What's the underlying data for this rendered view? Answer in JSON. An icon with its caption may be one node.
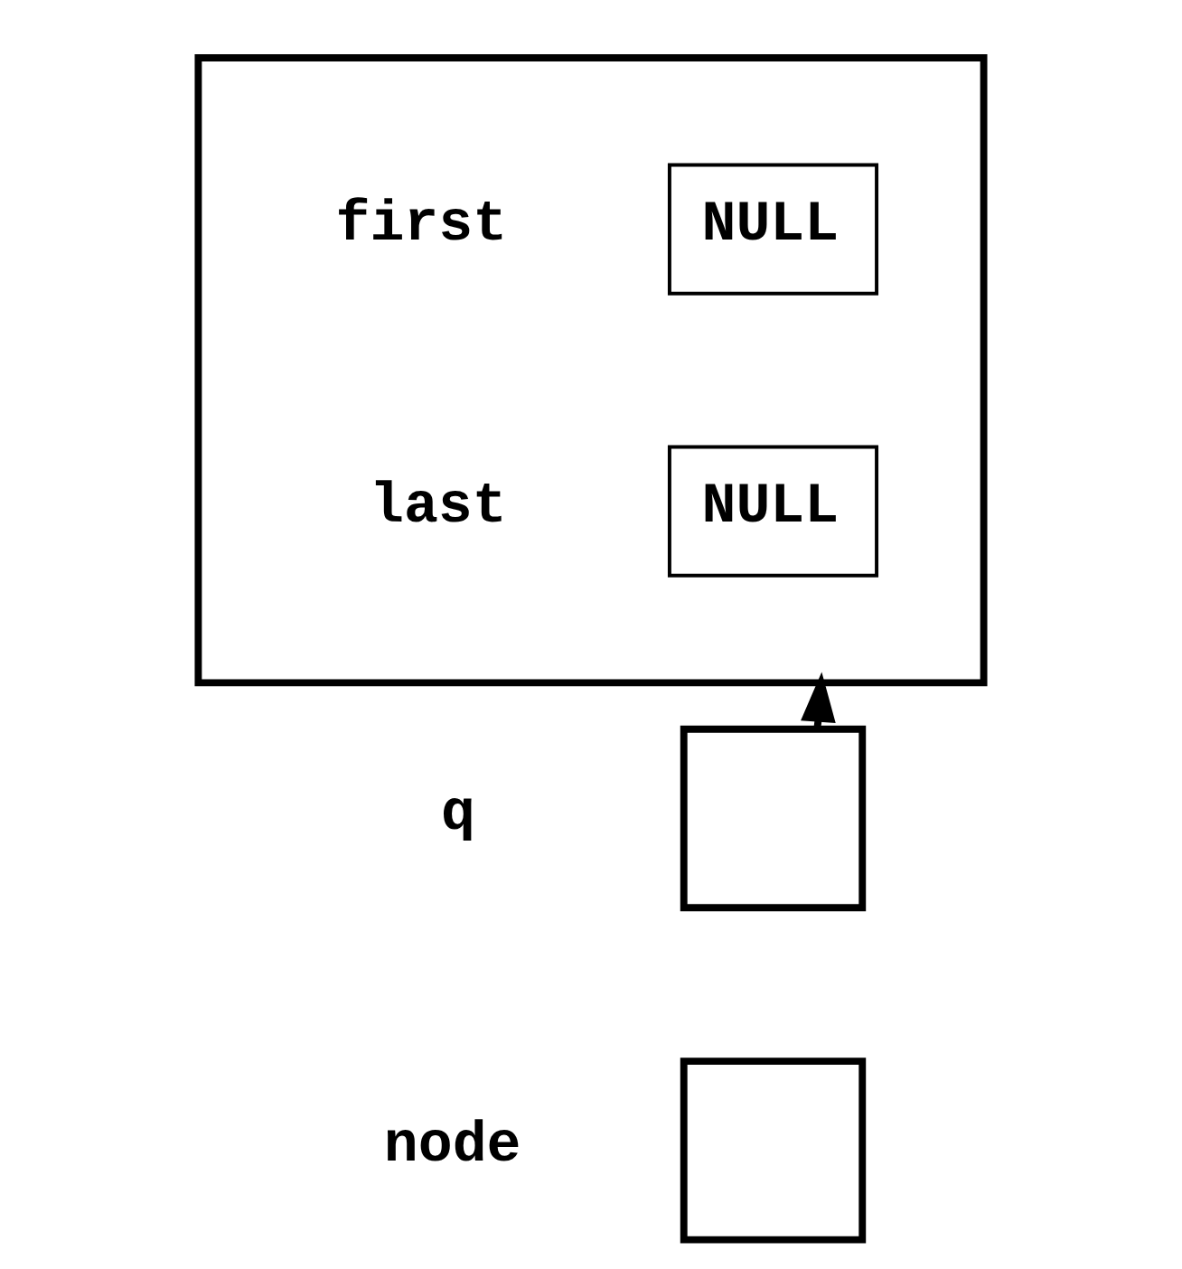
{
  "diagram": {
    "nodes": [
      {
        "text": [],
        "shape": "box"
      },
      {
        "text": [
          "NULL"
        ],
        "in": 0,
        "beside": [
          "first"
        ]
      },
      {
        "text": [
          "NULL"
        ],
        "in": 0,
        "beside": [
          "last"
        ]
      },
      {
        "text": [],
        "shape": "box",
        "beside": [
          "q"
        ]
      },
      {
        "text": [],
        "shape": "box",
        "beside": [
          "node"
        ]
      }
    ],
    "edges": [
      {
        "from": 3,
        "to": 0,
        "arrow": "to"
      }
    ]
  }
}
